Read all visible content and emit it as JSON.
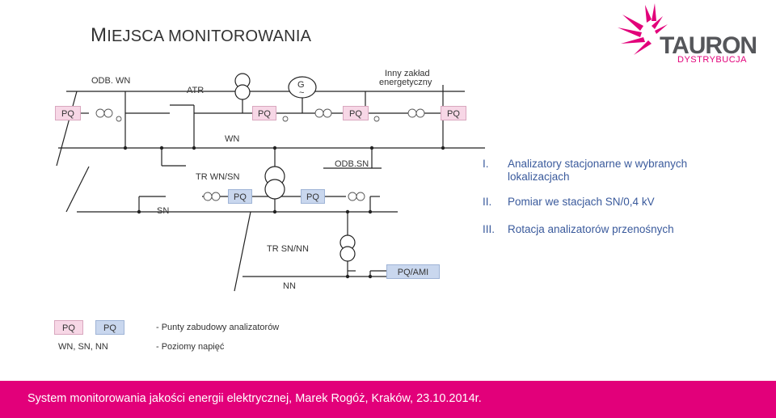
{
  "title": {
    "first_letter": "M",
    "rest": "IEJSCA MONITOROWANIA"
  },
  "logo": {
    "name": "TAURON",
    "sub": "DYSTRYBUCJA"
  },
  "colors": {
    "brand_pink": "#e2007a",
    "pq_pink": "#f7d7e6",
    "pq_blue": "#c9d7ee",
    "list_blue": "#3a5a9c"
  },
  "diagram": {
    "odb_wn": "ODB. WN",
    "atr": "ATR",
    "generator": "G",
    "generator_symbol": "~",
    "inny_zaklad_1": "Inny zakład",
    "inny_zaklad_2": "energetyczny",
    "pq": "PQ",
    "pq_ami": "PQ/AMI",
    "wn": "WN",
    "tr_wn_sn": "TR WN/SN",
    "odb_sn": "ODB.SN",
    "sn": "SN",
    "tr_sn_nn": "TR SN/NN",
    "nn": "NN"
  },
  "legend": {
    "points_desc": "-  Punty zabudowy analizatorów",
    "levels": "WN, SN, NN",
    "levels_desc": "-  Poziomy napięć"
  },
  "list": [
    {
      "num": "I.",
      "text_1": "Analizatory stacjonarne  w wybranych",
      "text_2": "lokalizacjach"
    },
    {
      "num": "II.",
      "text_1": "Pomiar we stacjach SN/0,4 kV"
    },
    {
      "num": "III.",
      "text_1": "Rotacja analizatorów przenośnych"
    }
  ],
  "footer": "System monitorowania jakości energii elektrycznej, Marek Rogóż, Kraków, 23.10.2014r."
}
